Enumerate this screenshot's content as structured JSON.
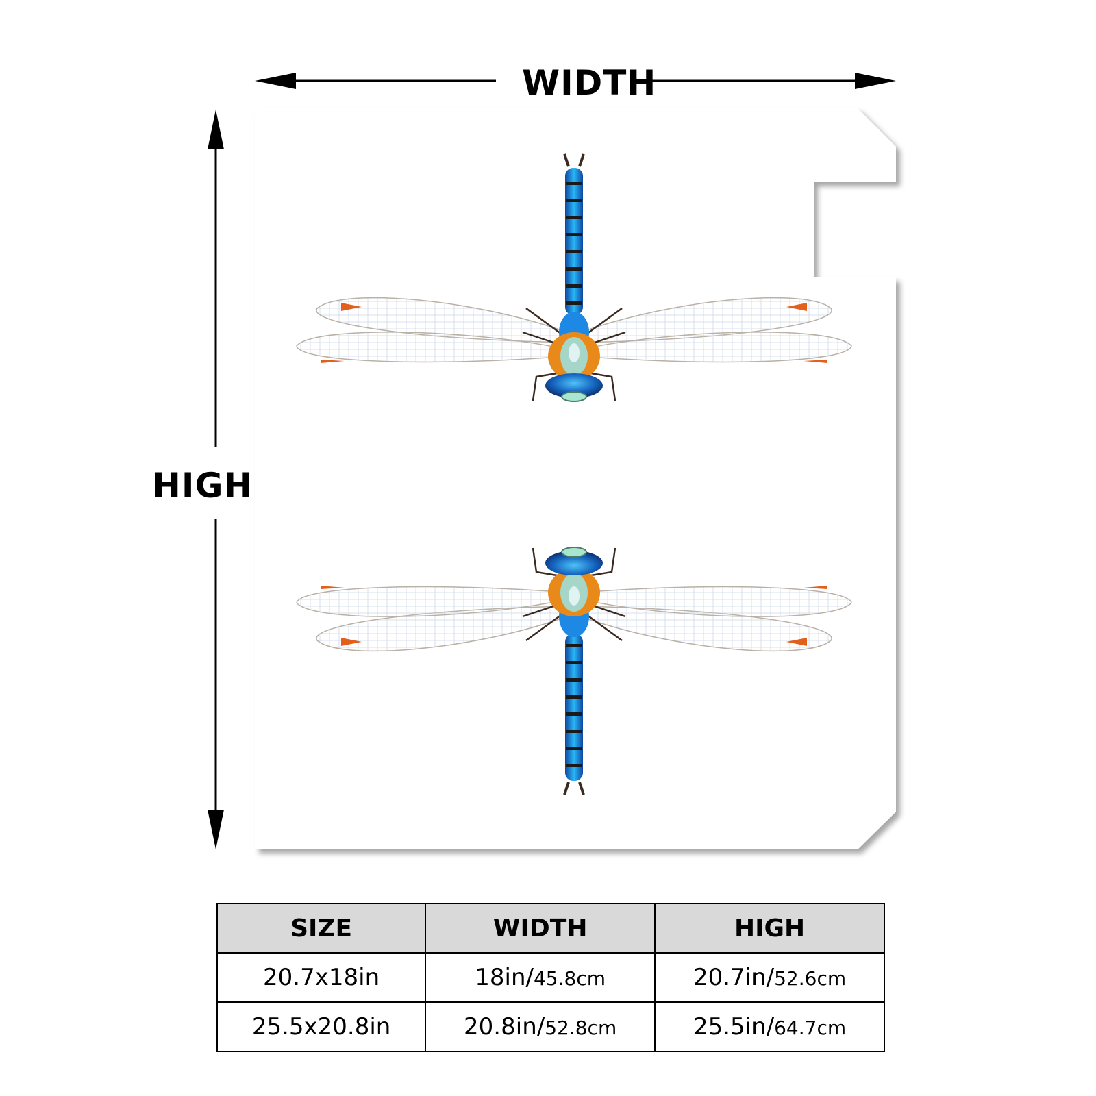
{
  "dimension_labels": {
    "width": "WIDTH",
    "height": "HIGH"
  },
  "table": {
    "headers": [
      "SIZE",
      "WIDTH",
      "HIGH"
    ],
    "rows": [
      {
        "size": "20.7x18in",
        "width_main": "18in/",
        "width_sub": "45.8cm",
        "high_main": "20.7in/",
        "high_sub": "52.6cm"
      },
      {
        "size": "25.5x20.8in",
        "width_main": "20.8in/",
        "width_sub": "52.8cm",
        "high_main": "25.5in/",
        "high_sub": "64.7cm"
      }
    ]
  },
  "colors": {
    "body_blue": "#1565c0",
    "body_light_blue": "#29b6f6",
    "thorax_orange": "#e8891a",
    "wing_spot": "#e2601c",
    "sheet": "#ffffff"
  }
}
